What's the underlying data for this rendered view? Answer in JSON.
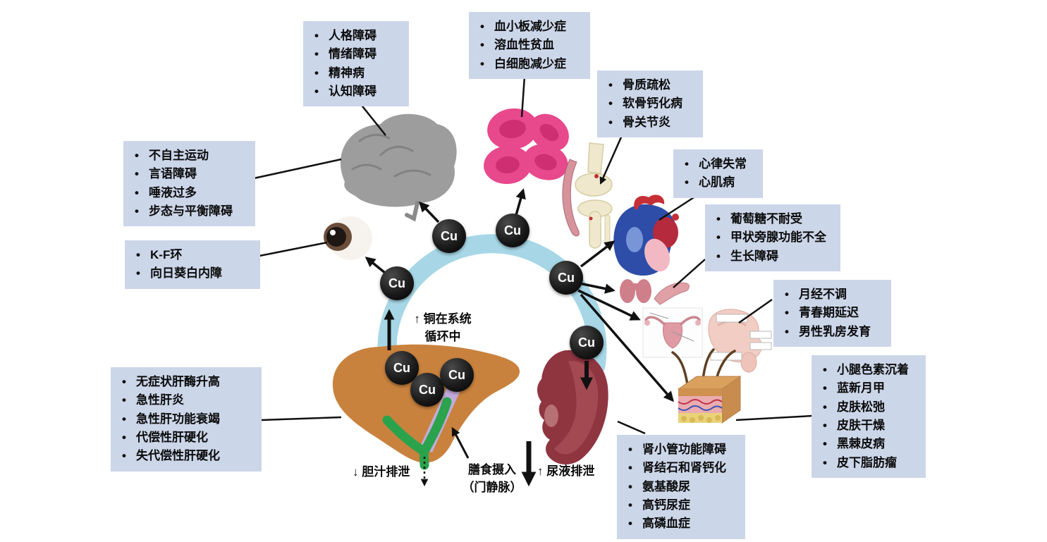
{
  "labels": {
    "cu": "Cu"
  },
  "boxes": {
    "psychiatric": {
      "items": [
        "人格障碍",
        "情绪障碍",
        "精神病",
        "认知障碍"
      ]
    },
    "hematologic": {
      "items": [
        "血小板减少症",
        "溶血性贫血",
        "白细胞减少症"
      ]
    },
    "skeletal": {
      "items": [
        "骨质疏松",
        "软骨钙化病",
        "骨关节炎"
      ]
    },
    "cardiac": {
      "items": [
        "心律失常",
        "心肌病"
      ]
    },
    "endocrine": {
      "items": [
        "葡萄糖不耐受",
        "甲状旁腺功能不全",
        "生长障碍"
      ]
    },
    "reproductive": {
      "items": [
        "月经不调",
        "青春期延迟",
        "男性乳房发育"
      ]
    },
    "neurologic": {
      "items": [
        "不自主运动",
        "言语障碍",
        "唾液过多",
        "步态与平衡障碍"
      ]
    },
    "ocular": {
      "items": [
        "K-F环",
        "向日葵白内障"
      ]
    },
    "hepatic": {
      "items": [
        "无症状肝酶升高",
        "急性肝炎",
        "急性肝功能衰竭",
        "代偿性肝硬化",
        "失代偿性肝硬化"
      ]
    },
    "renal": {
      "items": [
        "肾小管功能障碍",
        "肾结石和肾钙化",
        "氨基酸尿",
        "高钙尿症",
        "高磷血症"
      ]
    },
    "dermatologic": {
      "items": [
        "小腿色素沉着",
        "蓝新月甲",
        "皮肤松弛",
        "皮肤干燥",
        "黑棘皮病",
        "皮下脂肪瘤"
      ]
    }
  },
  "annotations": {
    "circulation": {
      "line1": "↑ 铜在系统",
      "line2": "循环中"
    },
    "bile_excretion": "↓ 胆汁排泄",
    "dietary_intake": {
      "line1": "膳食摄入",
      "line2": "（门静脉）"
    },
    "urine_excretion": "↑ 尿液排泄"
  },
  "colors": {
    "box_bg": "#ccd6e9",
    "arc_blue": "#a7d7e6",
    "cu_black": "#121212",
    "liver_orange": "#c9823e",
    "bile_green": "#2aa34c",
    "portal_lavender": "#c2abdb",
    "kidney_red": "#8f3540",
    "rbc_pink": "#e8488c",
    "brain_gray": "#9d9d9d",
    "bone_beige": "#efe8cd",
    "heart_blue": "#2e4da8",
    "heart_red": "#c62f35",
    "skin_tan": "#d9a05e"
  }
}
